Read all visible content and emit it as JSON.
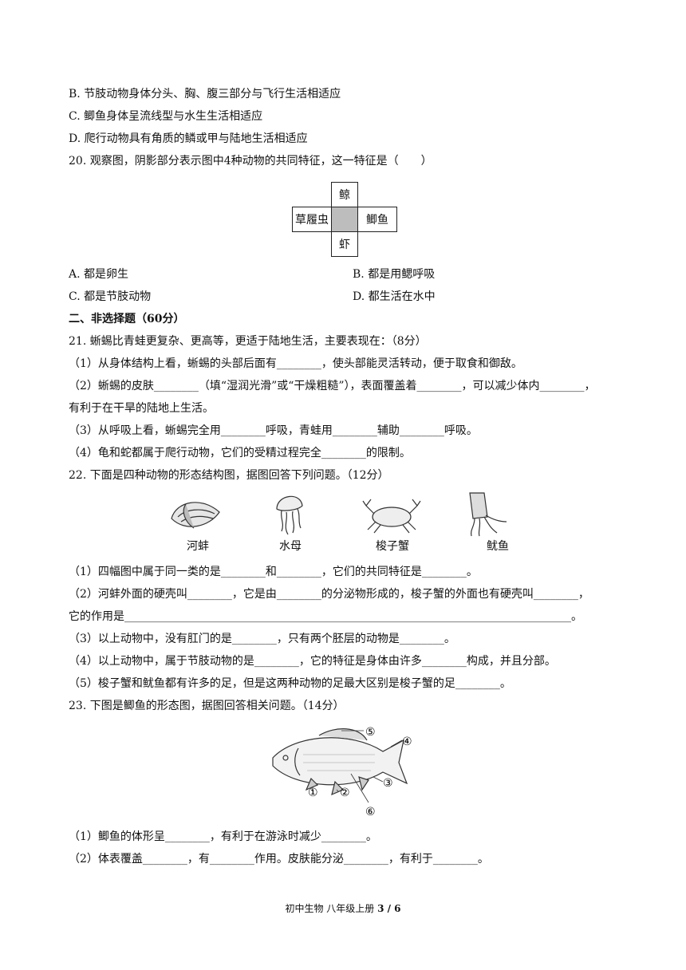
{
  "options_q19": [
    "B. 节肢动物身体分头、胸、腹三部分与飞行生活相适应",
    "C. 鲫鱼身体呈流线型与水生生活相适应",
    "D. 爬行动物具有角质的鳞或甲与陆地生活相适应"
  ],
  "q20": {
    "stem": "20. 观察图，阴影部分表示图中4种动物的共同特征，这一特征是（　　）",
    "figure": {
      "top": "鲸",
      "left": "草履虫",
      "right": "鲫鱼",
      "bottom": "虾"
    },
    "options": [
      "A. 都是卵生",
      "B. 都是用鳃呼吸",
      "C. 都是节肢动物",
      "D. 都生活在水中"
    ]
  },
  "section2_title": "二、非选择题（60分）",
  "q21": {
    "stem": "21. 蜥蜴比青蛙更复杂、更高等，更适于陆地生活，主要表现在：（8分）",
    "lines": [
      "（1）从身体结构上看，蜥蜴的头部后面有________，使头部能灵活转动，便于取食和御敌。",
      "（2）蜥蜴的皮肤________（填“湿润光滑”或“干燥粗糙”），表面覆盖着________，可以减少体内________，",
      "有利于在干旱的陆地上生活。",
      "（3）从呼吸上看，蜥蜴完全用________呼吸，青蛙用________辅助________呼吸。",
      "（4）龟和蛇都属于爬行动物，它们的受精过程完全________的限制。"
    ]
  },
  "q22": {
    "stem": "22. 下面是四种动物的形态结构图，据图回答下列问题。（12分）",
    "captions": [
      "河蚌",
      "水母",
      "梭子蟹",
      "鱿鱼"
    ],
    "lines": [
      "（1）四幅图中属于同一类的是________和________，它们的共同特征是________。",
      "（2）河蚌外面的硬壳叫________，它是由________的分泌物形成的，梭子蟹的外面也有硬壳叫________，",
      "它的作用是________________________________________________________________________________。",
      "（3）以上动物中，没有肛门的是________，只有两个胚层的动物是________。",
      "（4）以上动物中，属于节肢动物的是________，它的特征是身体由许多________构成，并且分部。",
      "（5）梭子蟹和鱿鱼都有许多的足，但是这两种动物的足最大区别是梭子蟹的足________。"
    ]
  },
  "q23": {
    "stem": "23. 下图是鲫鱼的形态图，据图回答相关问题。（14分）",
    "labels": [
      "①",
      "②",
      "③",
      "④",
      "⑤",
      "⑥"
    ],
    "lines": [
      "（1）鲫鱼的体形呈________，有利于在游泳时减少________。",
      "（2）体表覆盖________，有________作用。皮肤能分泌________，有利于________。"
    ]
  },
  "footer": {
    "text": "初中生物  八年级上册 ",
    "page": "3 / 6"
  }
}
